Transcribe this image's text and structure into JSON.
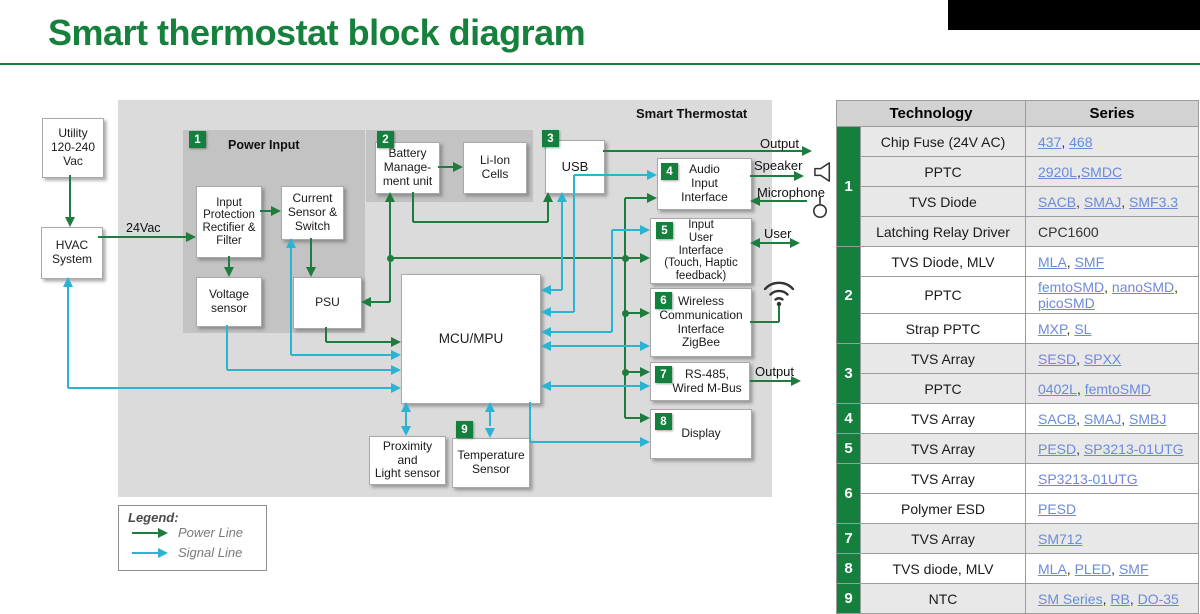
{
  "page": {
    "title": "Smart thermostat block diagram"
  },
  "diagram": {
    "panel_label": "Smart Thermostat",
    "power_input_title": "Power Input",
    "badges": [
      "1",
      "2",
      "3",
      "4",
      "5",
      "6",
      "7",
      "8",
      "9"
    ],
    "boxes": {
      "utility": "Utility\n120-240\nVac",
      "hvac": "HVAC\nSystem",
      "input_protection": "Input\nProtection\nRectifier &\nFilter",
      "current_sensor": "Current\nSensor &\nSwitch",
      "voltage_sensor": "Voltage\nsensor",
      "psu": "PSU",
      "battery": "Battery\nManage-\nment unit",
      "liion": "Li-Ion\nCells",
      "usb": "USB",
      "mcu": "MCU/MPU",
      "audio": "Audio\nInput\nInterface",
      "input_user": "Input\nUser\nInterface\n(Touch, Haptic\nfeedback)",
      "wireless": "Wireless\nCommunication\nInterface\nZigBee",
      "rs485": "RS-485,\nWired M-Bus",
      "display": "Display",
      "proximity": "Proximity\nand\nLight sensor",
      "temperature": "Temperature\nSensor"
    },
    "labels": {
      "vac": "24Vac",
      "output_top": "Output",
      "speaker": "Speaker",
      "microphone": "Microphone",
      "user": "User",
      "output_bottom": "Output"
    },
    "legend": {
      "title": "Legend:",
      "power": "Power Line",
      "signal": "Signal Line"
    },
    "colors": {
      "power_line": "#1e7c3f",
      "signal_line": "#29b4d4",
      "accent_green": "#15803d",
      "title_green": "#16813c",
      "link_blue": "#6b8ada"
    }
  },
  "table": {
    "headers": [
      "Technology",
      "Series"
    ],
    "groups": [
      {
        "num": "1",
        "shade": "gray",
        "rows": [
          {
            "tech": "Chip Fuse (24V AC)",
            "series": [
              [
                "437",
                true
              ],
              [
                ", ",
                false
              ],
              [
                "468",
                true
              ]
            ]
          },
          {
            "tech": "PPTC",
            "series": [
              [
                "2920L",
                true
              ],
              [
                ",",
                false
              ],
              [
                "SMDC",
                true
              ]
            ]
          },
          {
            "tech": "TVS Diode",
            "series": [
              [
                "SACB",
                true
              ],
              [
                ", ",
                false
              ],
              [
                "SMAJ",
                true
              ],
              [
                ", ",
                false
              ],
              [
                "SMF3.3",
                true
              ]
            ]
          },
          {
            "tech": "Latching Relay Driver",
            "series": [
              [
                "CPC1600",
                false
              ]
            ]
          }
        ]
      },
      {
        "num": "2",
        "shade": "white",
        "rows": [
          {
            "tech": "TVS Diode, MLV",
            "series": [
              [
                "MLA",
                true
              ],
              [
                ", ",
                false
              ],
              [
                "SMF",
                true
              ]
            ]
          },
          {
            "tech": "PPTC",
            "series": [
              [
                "femtoSMD",
                true
              ],
              [
                ", ",
                false
              ],
              [
                "nanoSMD",
                true
              ],
              [
                ", ",
                false
              ],
              [
                "picoSMD",
                true
              ]
            ]
          },
          {
            "tech": "Strap PPTC",
            "series": [
              [
                "MXP",
                true
              ],
              [
                ", ",
                false
              ],
              [
                "SL",
                true
              ]
            ]
          }
        ]
      },
      {
        "num": "3",
        "shade": "gray",
        "rows": [
          {
            "tech": "TVS Array",
            "series": [
              [
                "SESD",
                true
              ],
              [
                ", ",
                false
              ],
              [
                "SPXX",
                true
              ]
            ]
          },
          {
            "tech": "PPTC",
            "series": [
              [
                "0402L",
                true
              ],
              [
                ", ",
                false
              ],
              [
                "femtoSMD",
                true
              ]
            ]
          }
        ]
      },
      {
        "num": "4",
        "shade": "white",
        "rows": [
          {
            "tech": "TVS Array",
            "series": [
              [
                "SACB",
                true
              ],
              [
                ", ",
                false
              ],
              [
                "SMAJ",
                true
              ],
              [
                ", ",
                false
              ],
              [
                "SMBJ",
                true
              ]
            ]
          }
        ]
      },
      {
        "num": "5",
        "shade": "gray",
        "rows": [
          {
            "tech": "TVS Array",
            "series": [
              [
                "PESD",
                true
              ],
              [
                ", ",
                false
              ],
              [
                "SP3213-01UTG",
                true
              ]
            ]
          }
        ]
      },
      {
        "num": "6",
        "shade": "white",
        "rows": [
          {
            "tech": "TVS Array",
            "series": [
              [
                "SP3213-01UTG",
                true
              ]
            ]
          },
          {
            "tech": "Polymer ESD",
            "series": [
              [
                "PESD",
                true
              ]
            ]
          }
        ]
      },
      {
        "num": "7",
        "shade": "gray",
        "rows": [
          {
            "tech": "TVS Array",
            "series": [
              [
                "SM712",
                true
              ]
            ]
          }
        ]
      },
      {
        "num": "8",
        "shade": "white",
        "rows": [
          {
            "tech": "TVS diode, MLV",
            "series": [
              [
                "MLA",
                true
              ],
              [
                ", ",
                false
              ],
              [
                "PLED",
                true
              ],
              [
                ", ",
                false
              ],
              [
                "SMF",
                true
              ]
            ]
          }
        ]
      },
      {
        "num": "9",
        "shade": "gray",
        "rows": [
          {
            "tech": "NTC",
            "series": [
              [
                "SM Series",
                true
              ],
              [
                ", ",
                false
              ],
              [
                "RB",
                true
              ],
              [
                ", ",
                false
              ],
              [
                "DO-35",
                true
              ]
            ]
          }
        ]
      }
    ]
  }
}
